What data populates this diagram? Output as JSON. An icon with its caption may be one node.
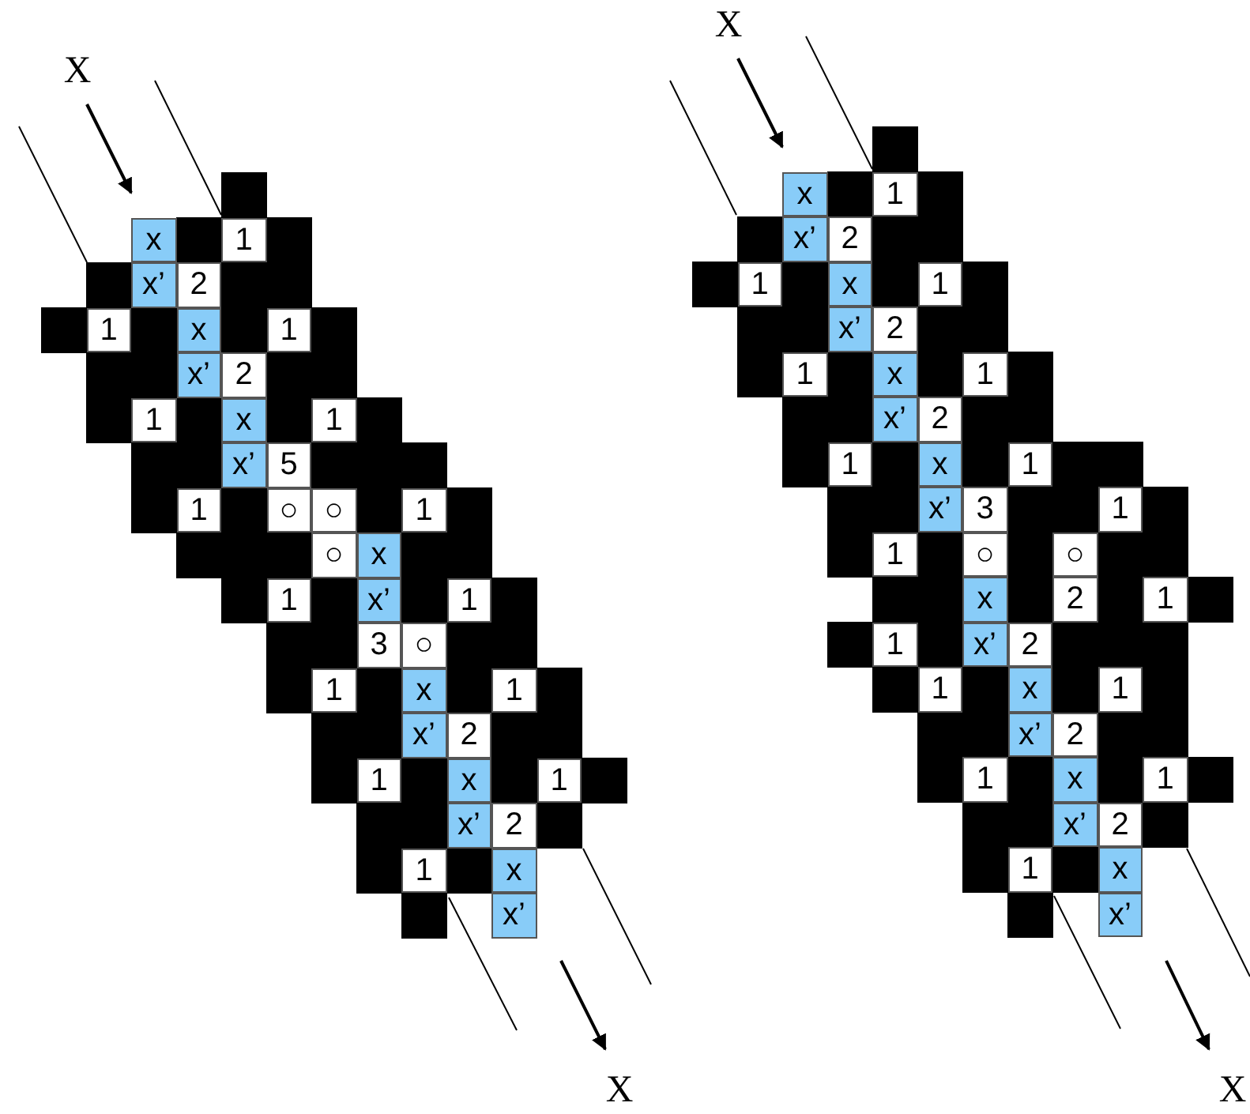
{
  "diagram": {
    "nodes": [
      {
        "text": [
          "x"
        ]
      },
      {
        "text": [
          "1"
        ]
      },
      {
        "text": [
          "x’"
        ]
      },
      {
        "text": [
          "2"
        ]
      },
      {
        "text": [
          "1"
        ]
      },
      {
        "text": [
          "x"
        ]
      },
      {
        "text": [
          "1"
        ]
      },
      {
        "text": [
          "x’"
        ]
      },
      {
        "text": [
          "2"
        ]
      },
      {
        "text": [
          "1"
        ]
      },
      {
        "text": [
          "x"
        ]
      },
      {
        "text": [
          "1"
        ]
      },
      {
        "text": [
          "x’"
        ]
      },
      {
        "text": [
          "5"
        ]
      },
      {
        "text": [
          "1"
        ]
      },
      {
        "text": [
          "○"
        ]
      },
      {
        "text": [
          "○"
        ]
      },
      {
        "text": [
          "1"
        ]
      },
      {
        "text": [
          "○"
        ]
      },
      {
        "text": [
          "x"
        ]
      },
      {
        "text": [
          "1"
        ]
      },
      {
        "text": [
          "x’"
        ]
      },
      {
        "text": [
          "1"
        ]
      },
      {
        "text": [
          "3"
        ]
      },
      {
        "text": [
          "○"
        ]
      },
      {
        "text": [
          "1"
        ]
      },
      {
        "text": [
          "x"
        ]
      },
      {
        "text": [
          "1"
        ]
      },
      {
        "text": [
          "x’"
        ]
      },
      {
        "text": [
          "2"
        ]
      },
      {
        "text": [
          "1"
        ]
      },
      {
        "text": [
          "x"
        ]
      },
      {
        "text": [
          "1"
        ]
      },
      {
        "text": [
          "x’"
        ]
      },
      {
        "text": [
          "2"
        ]
      },
      {
        "text": [
          "1"
        ]
      },
      {
        "text": [
          "x"
        ]
      },
      {
        "text": [
          "x’"
        ]
      },
      {
        "text": [
          "x"
        ]
      },
      {
        "text": [
          "1"
        ]
      },
      {
        "text": [
          "x’"
        ]
      },
      {
        "text": [
          "2"
        ]
      },
      {
        "text": [
          "1"
        ]
      },
      {
        "text": [
          "x"
        ]
      },
      {
        "text": [
          "1"
        ]
      },
      {
        "text": [
          "x’"
        ]
      },
      {
        "text": [
          "2"
        ]
      },
      {
        "text": [
          "1"
        ]
      },
      {
        "text": [
          "x"
        ]
      },
      {
        "text": [
          "1"
        ]
      },
      {
        "text": [
          "x’"
        ]
      },
      {
        "text": [
          "2"
        ]
      },
      {
        "text": [
          "1"
        ]
      },
      {
        "text": [
          "x"
        ]
      },
      {
        "text": [
          "1"
        ]
      },
      {
        "text": [
          "x’"
        ]
      },
      {
        "text": [
          "3"
        ]
      },
      {
        "text": [
          "1"
        ]
      },
      {
        "text": [
          "1"
        ]
      },
      {
        "text": [
          "○"
        ]
      },
      {
        "text": [
          "○"
        ]
      },
      {
        "text": [
          "x"
        ]
      },
      {
        "text": [
          "2"
        ]
      },
      {
        "text": [
          "1"
        ]
      },
      {
        "text": [
          "1"
        ]
      },
      {
        "text": [
          "x’"
        ]
      },
      {
        "text": [
          "2"
        ]
      },
      {
        "text": [
          "1"
        ]
      },
      {
        "text": [
          "x"
        ]
      },
      {
        "text": [
          "1"
        ]
      },
      {
        "text": [
          "x’"
        ]
      },
      {
        "text": [
          "2"
        ]
      },
      {
        "text": [
          "1"
        ]
      },
      {
        "text": [
          "x"
        ]
      },
      {
        "text": [
          "1"
        ]
      },
      {
        "text": [
          "x’"
        ]
      },
      {
        "text": [
          "2"
        ]
      },
      {
        "text": [
          "1"
        ]
      },
      {
        "text": [
          "x"
        ]
      },
      {
        "text": [
          "x’"
        ]
      }
    ],
    "labels": [
      "X",
      "X",
      "X",
      "X"
    ]
  }
}
